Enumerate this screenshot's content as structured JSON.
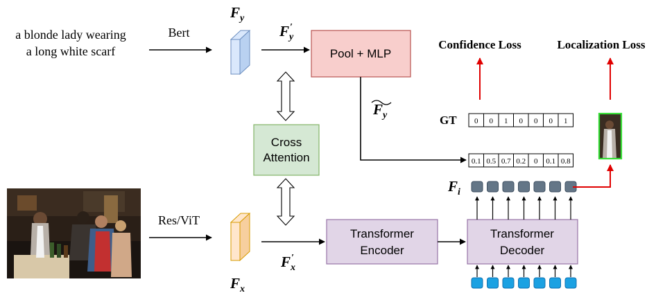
{
  "text_query": [
    "a blonde lady wearing",
    "a long white scarf"
  ],
  "text_encoder_label": "Bert",
  "image_encoder_label": "Res/ViT",
  "text_feature_label": "F",
  "text_feature_sub": "y",
  "image_feature_label": "F",
  "image_feature_sub": "x",
  "text_feature_proj_label": "F",
  "text_feature_proj_sub": "y",
  "image_feature_proj_label": "F",
  "image_feature_proj_sub": "x",
  "pooled_feature_label": "F",
  "pooled_feature_sub": "y",
  "query_feature_label": "F",
  "query_feature_sub": "i",
  "pool_mlp_label": "Pool + MLP",
  "cross_attention_label": [
    "Cross",
    "Attention"
  ],
  "transformer_encoder_label": [
    "Transformer",
    "Encoder"
  ],
  "transformer_decoder_label": [
    "Transformer",
    "Decoder"
  ],
  "confidence_loss_label": "Confidence Loss",
  "localization_loss_label": "Localization Loss",
  "gt_label": "GT",
  "gt_values": [
    "0",
    "0",
    "1",
    "0",
    "0",
    "0",
    "1"
  ],
  "pred_values": [
    "0.1",
    "0.5",
    "0.7",
    "0.2",
    "0",
    "0.1",
    "0.8"
  ],
  "colors": {
    "pool_mlp_fill": "#f8cecc",
    "pool_mlp_stroke": "#b85450",
    "cross_attention_fill": "#d5e8d4",
    "cross_attention_stroke": "#82b366",
    "transformer_fill": "#e1d5e7",
    "transformer_stroke": "#9673a6",
    "text_cube_fill": "#dae8fc",
    "text_cube_stroke": "#6c8ebf",
    "image_cube_fill": "#ffe6cc",
    "image_cube_stroke": "#d79b00",
    "query_token_fill": "#647687",
    "input_token_fill": "#1ba1e2",
    "loss_arrow": "#e00000",
    "crop_border": "#33dd33"
  }
}
